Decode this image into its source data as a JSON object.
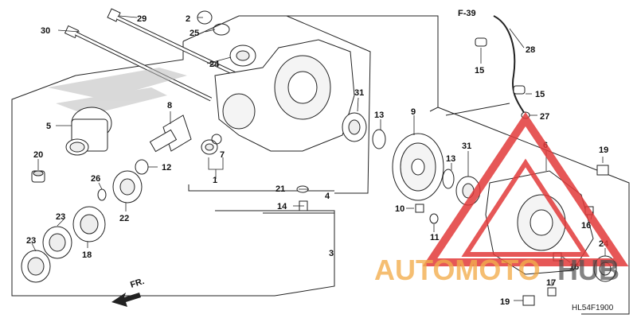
{
  "diagram": {
    "section_ref": "F-39",
    "catalog_code": "HL54F1900",
    "direction_label": "FR.",
    "parts": [
      {
        "id": "p1",
        "label": "1"
      },
      {
        "id": "p2",
        "label": "2"
      },
      {
        "id": "p3",
        "label": "3"
      },
      {
        "id": "p4",
        "label": "4"
      },
      {
        "id": "p5",
        "label": "5"
      },
      {
        "id": "p6",
        "label": "6"
      },
      {
        "id": "p7",
        "label": "7"
      },
      {
        "id": "p8",
        "label": "8"
      },
      {
        "id": "p9",
        "label": "9"
      },
      {
        "id": "p10",
        "label": "10"
      },
      {
        "id": "p11",
        "label": "11"
      },
      {
        "id": "p12",
        "label": "12"
      },
      {
        "id": "p13a",
        "label": "13"
      },
      {
        "id": "p13b",
        "label": "13"
      },
      {
        "id": "p14",
        "label": "14"
      },
      {
        "id": "p15a",
        "label": "15"
      },
      {
        "id": "p15b",
        "label": "15"
      },
      {
        "id": "p16a",
        "label": "16"
      },
      {
        "id": "p16b",
        "label": "16"
      },
      {
        "id": "p17",
        "label": "17"
      },
      {
        "id": "p18",
        "label": "18"
      },
      {
        "id": "p19a",
        "label": "19"
      },
      {
        "id": "p19b",
        "label": "19"
      },
      {
        "id": "p20",
        "label": "20"
      },
      {
        "id": "p21",
        "label": "21"
      },
      {
        "id": "p22",
        "label": "22"
      },
      {
        "id": "p23a",
        "label": "23"
      },
      {
        "id": "p23b",
        "label": "23"
      },
      {
        "id": "p24a",
        "label": "24"
      },
      {
        "id": "p24b",
        "label": "24"
      },
      {
        "id": "p25",
        "label": "25"
      },
      {
        "id": "p26",
        "label": "26"
      },
      {
        "id": "p27",
        "label": "27"
      },
      {
        "id": "p28",
        "label": "28"
      },
      {
        "id": "p29",
        "label": "29"
      },
      {
        "id": "p30",
        "label": "30"
      },
      {
        "id": "p31a",
        "label": "31"
      },
      {
        "id": "p31b",
        "label": "31"
      }
    ]
  },
  "watermark": {
    "text_a": "AUTOMOTO",
    "text_b": "HUB",
    "color_orange": "#f0a030",
    "color_red": "#e23a3a",
    "color_dark": "#333333"
  }
}
